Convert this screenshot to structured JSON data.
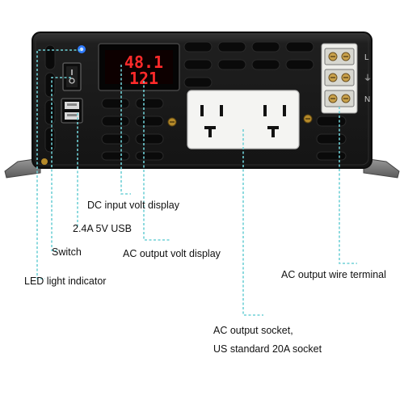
{
  "display": {
    "dc_input_volt": "48.1",
    "ac_output_volt": "121"
  },
  "terminal_markings": {
    "top": "L",
    "middle": "⏚",
    "bottom": "N"
  },
  "callouts": {
    "dc_input_volt_display": "DC input volt display",
    "usb": "2.4A 5V USB",
    "switch": "Switch",
    "ac_output_volt_display": "AC output volt display",
    "led_indicator": "LED light indicator",
    "ac_output_wire_terminal": "AC output wire terminal",
    "ac_output_socket_line1": "AC output socket,",
    "ac_output_socket_line2": "US standard 20A socket"
  },
  "colors": {
    "body": "#1c1c1c",
    "leader_line": "#6fd0d6",
    "display_digits": "#ff2a2a",
    "led": "#2f7bff",
    "socket": "#f4f4f2"
  }
}
